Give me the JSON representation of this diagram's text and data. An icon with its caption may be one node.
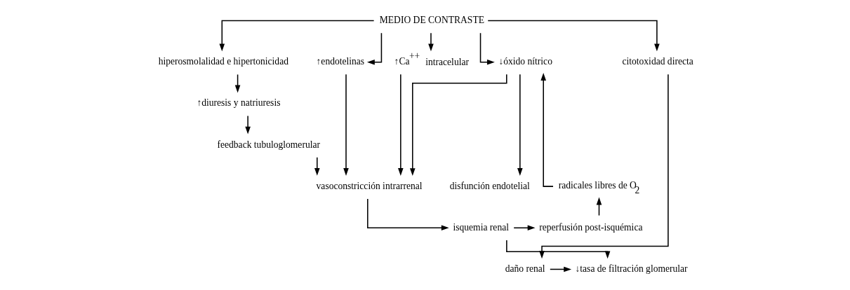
{
  "diagram": {
    "nodes": [
      {
        "text": [
          "MEDIO DE CONTRASTE"
        ]
      },
      {
        "text": [
          "hiperosmolalidad e hipertonicidad"
        ]
      },
      {
        "text": [
          "↑diuresis y natriuresis"
        ]
      },
      {
        "text": [
          "feedback tubuloglomerular"
        ]
      },
      {
        "text": [
          "↑endotelinas"
        ]
      },
      {
        "text": [
          "↑Ca$^{++}$ intracelular"
        ]
      },
      {
        "text": [
          "↓óxido nítrico"
        ]
      },
      {
        "text": [
          "citotoxidad directa"
        ]
      },
      {
        "text": [
          "vasoconstricción intrarrenal"
        ]
      },
      {
        "text": [
          "disfunción endotelial"
        ]
      },
      {
        "text": [
          "radicales libres de O$_{2}$"
        ]
      },
      {
        "text": [
          "isquemia renal"
        ]
      },
      {
        "text": [
          "reperfusión post-isquémica"
        ]
      },
      {
        "text": [
          "↓tasa de filtración glomerular"
        ]
      },
      {
        "text": [
          "daño renal"
        ]
      }
    ],
    "edges": [
      {
        "from": 0,
        "to": 1,
        "arrow": "to"
      },
      {
        "from": 0,
        "to": 4,
        "arrow": "to"
      },
      {
        "from": 0,
        "to": 5,
        "arrow": "to"
      },
      {
        "from": 0,
        "to": 6,
        "arrow": "to"
      },
      {
        "from": 0,
        "to": 7,
        "arrow": "to"
      },
      {
        "from": 1,
        "to": 2,
        "arrow": "to"
      },
      {
        "from": 2,
        "to": 3,
        "arrow": "to"
      },
      {
        "from": 3,
        "to": 8,
        "arrow": "to"
      },
      {
        "from": 4,
        "to": 8,
        "arrow": "to"
      },
      {
        "from": 5,
        "to": 8,
        "arrow": "to"
      },
      {
        "from": 6,
        "to": 8,
        "arrow": "to"
      },
      {
        "from": 6,
        "to": 9,
        "arrow": "to"
      },
      {
        "from": 8,
        "to": 11,
        "arrow": "to"
      },
      {
        "from": 11,
        "to": 12,
        "arrow": "to"
      },
      {
        "from": 11,
        "to": 13,
        "arrow": "to"
      },
      {
        "from": 12,
        "to": 10,
        "arrow": "to"
      },
      {
        "from": 10,
        "to": 6,
        "arrow": "to"
      },
      {
        "from": 7,
        "to": 14,
        "arrow": "to"
      },
      {
        "from": 14,
        "to": 13,
        "arrow": "to"
      }
    ]
  }
}
